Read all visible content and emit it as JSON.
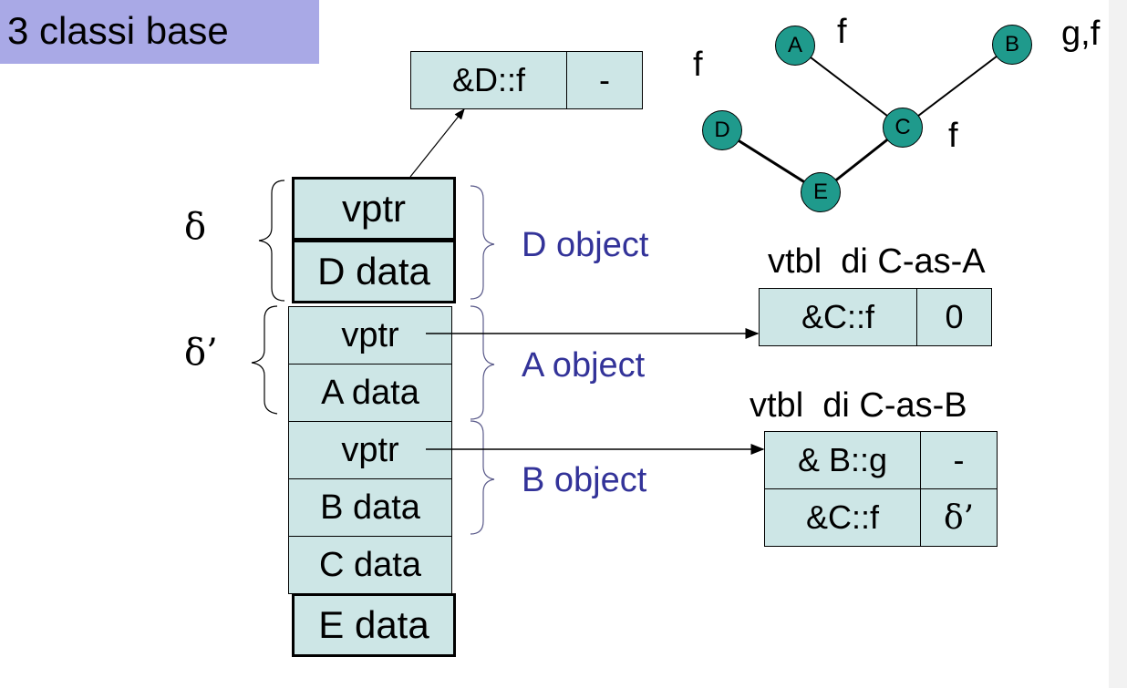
{
  "title": "3 classi base",
  "top_vtbl": {
    "c1": "&D::f",
    "c2": "-"
  },
  "object": {
    "rows": [
      "vptr",
      "D data",
      "vptr",
      "A data",
      "vptr",
      "B data",
      "C data",
      "E data"
    ]
  },
  "brackets": {
    "d_object": "D object",
    "a_object": "A object",
    "b_object": "B object"
  },
  "deltas": {
    "delta": "δ",
    "delta_prime": "δ’"
  },
  "vtbl_ca": {
    "title": "vtbl  di C-as-A",
    "c1": "&C::f",
    "c2": "0"
  },
  "vtbl_cb": {
    "title": "vtbl  di C-as-B",
    "r1c1": "& B::g",
    "r1c2": "-",
    "r2c1": "&C::f",
    "r2c2": "δ’"
  },
  "graph": {
    "nodes": {
      "A": "A",
      "B": "B",
      "C": "C",
      "D": "D",
      "E": "E"
    },
    "labels": {
      "A": "f",
      "B": "g,f",
      "C": "f",
      "D": "f"
    }
  }
}
